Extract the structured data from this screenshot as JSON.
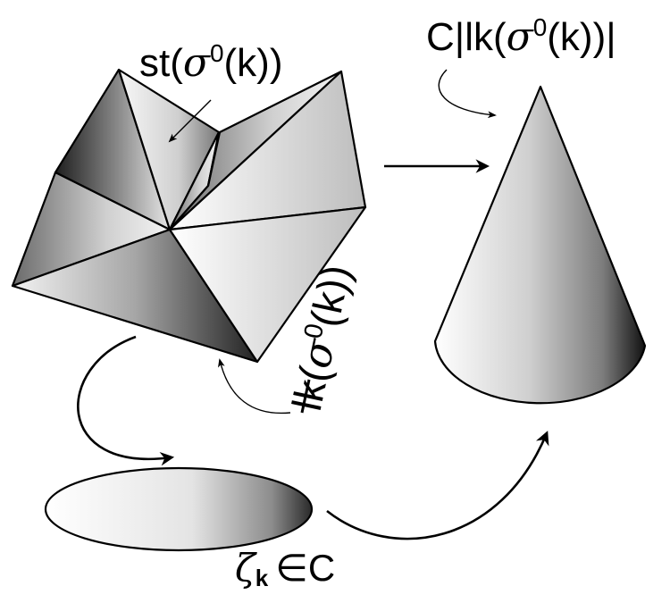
{
  "labels": {
    "star": {
      "prefix": "st(",
      "sigma": "σ",
      "sup": "0",
      "suffix": "(k))"
    },
    "cone": {
      "prefix": "C|lk(",
      "sigma": "σ",
      "sup": "0",
      "suffix": "(k))|"
    },
    "link": {
      "prefix": "lk(",
      "sigma": "σ",
      "sup": "0",
      "suffix": "(k))"
    },
    "zeta": {
      "symbol": "ζ",
      "sub": "k",
      "rel": "∈C"
    }
  }
}
